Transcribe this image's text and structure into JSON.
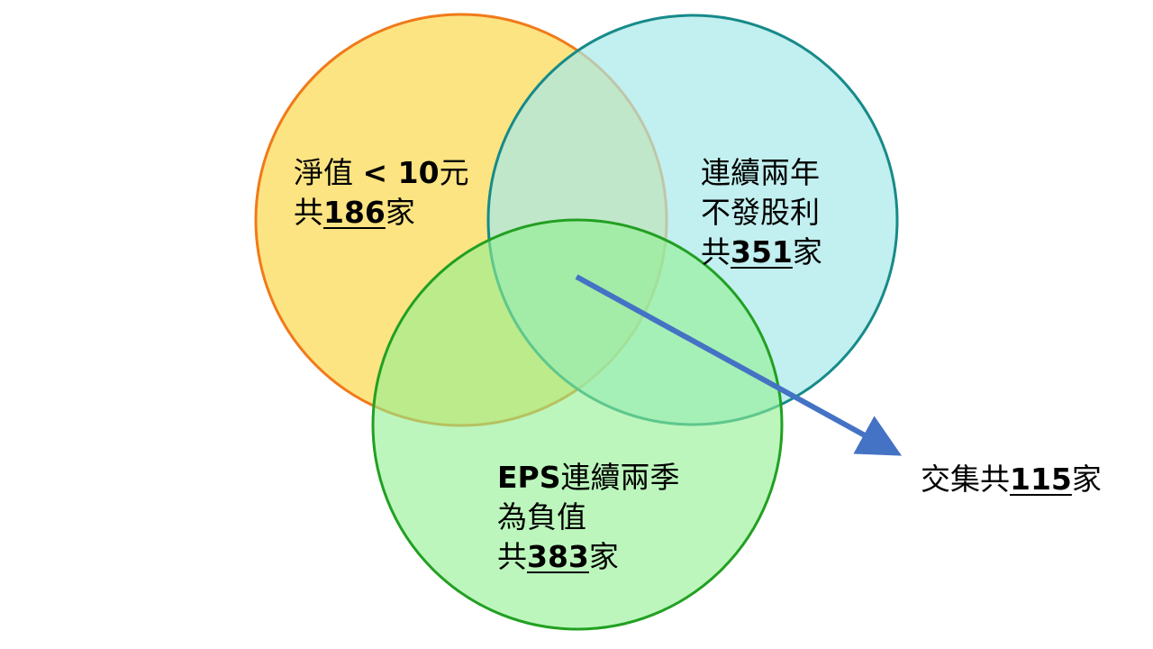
{
  "colors": {
    "set_a_fill": "#FBDF6C",
    "set_a_stroke": "#F07A1A",
    "set_b_fill": "#A8E8E8",
    "set_b_stroke": "#178A8A",
    "set_c_fill": "#90F090",
    "set_c_stroke": "#22A022",
    "arrow": "#4472C4"
  },
  "sets": {
    "a": {
      "line1_pre": "淨值 ",
      "line1_bold": "< 10",
      "line1_post": "元",
      "line2_pre": "共",
      "count": "186",
      "line2_post": "家"
    },
    "b": {
      "line1": "連續兩年",
      "line2": "不發股利",
      "line3_pre": "共",
      "count": "351",
      "line3_post": "家"
    },
    "c": {
      "line1_bold": "EPS",
      "line1_post": "連續兩季",
      "line2": "為負值",
      "line3_pre": "共",
      "count": "383",
      "line3_post": "家"
    }
  },
  "intersection": {
    "pre": "交集共",
    "count": "115",
    "post": "家"
  }
}
